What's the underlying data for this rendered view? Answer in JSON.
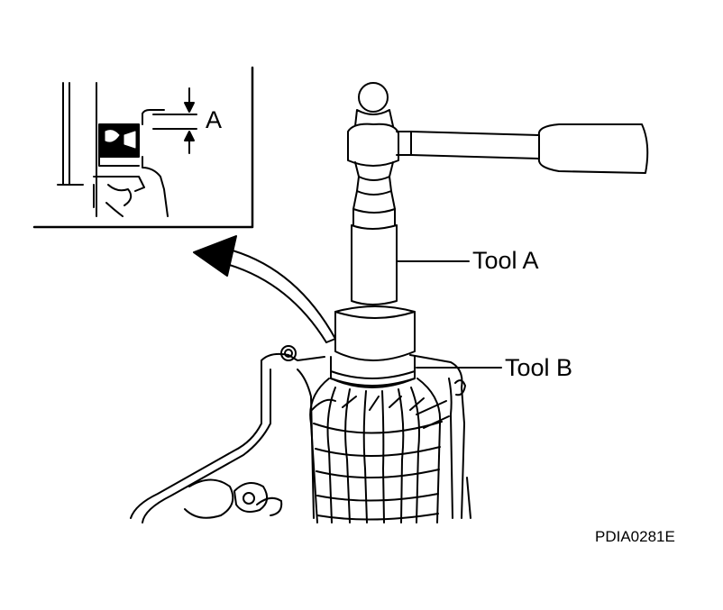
{
  "labels": {
    "dimension": "A",
    "tool_a": "Tool A",
    "tool_b": "Tool B",
    "figure_code": "PDIA0281E"
  },
  "colors": {
    "line": "#000000",
    "fill": "#ffffff",
    "seal": "#000000"
  }
}
